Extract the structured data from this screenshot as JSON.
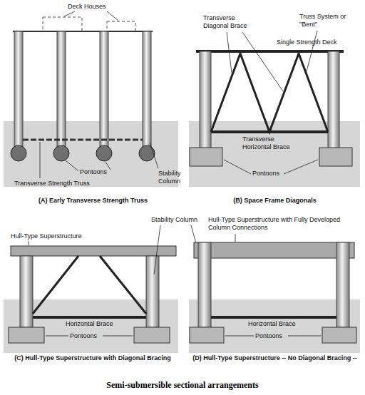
{
  "diagram": {
    "caption": "Semi-submersible sectional arrangements",
    "labels": [
      "Deck Houses",
      "Transverse Strength Truss",
      "Pontoons",
      "Stability Column",
      "(A) Early Transverse Strength Truss",
      "Transverse Diagonal Brace",
      "Truss System or \"Bent\"",
      "Single Strength Deck",
      "Transverse Horizontal Brace",
      "Pontoons",
      "(B) Space Frame Diagonals",
      "Stability Column",
      "Hull-Type Superstructure",
      "Hull-Type Superstructure with Fully Developed Column Connections",
      "Horizontal Brace",
      "Pontoons",
      "(C) Hull-Type Superstructure with Diagonal Bracing",
      "Horizontal Brace",
      "Pontoons",
      "(D) Hull-Type Superstructure -- No Diagonal Bracing --"
    ]
  }
}
